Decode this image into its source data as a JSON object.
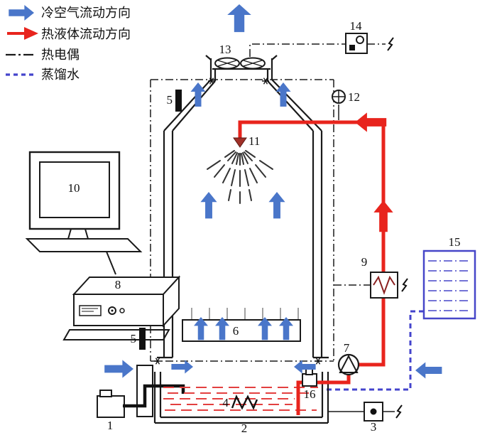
{
  "legend": {
    "items": [
      {
        "name": "cold-air-flow",
        "label": "冷空气流动方向",
        "color": "#4a76c9",
        "style": "solid-arrow"
      },
      {
        "name": "hot-liquid-flow",
        "label": "热液体流动方向",
        "color": "#e8241d",
        "style": "solid-arrow"
      },
      {
        "name": "thermocouple",
        "label": "热电偶",
        "color": "#1a1a1a",
        "style": "dash-dot"
      },
      {
        "name": "distilled-water",
        "label": "蒸馏水",
        "color": "#4444cc",
        "style": "dashed"
      }
    ]
  },
  "labels": {
    "blower": "1",
    "water_basin": "2",
    "controller": "3",
    "heating_coil": "4",
    "probe_upper": "5",
    "probe_lower": "5",
    "distributor": "6",
    "pump": "7",
    "data_logger": "8",
    "inline_heater": "9",
    "computer": "10",
    "spray_nozzle": "11",
    "gauge": "12",
    "fan": "13",
    "fan_controller": "14",
    "water_tank": "15",
    "valve": "16"
  },
  "colors": {
    "cold_air_blue": "#4a76c9",
    "hot_liquid_red": "#e8241d",
    "thermocouple_black": "#1a1a1a",
    "distilled_water_blue": "#4444cc",
    "tank_outline_blue": "#4646c8"
  }
}
